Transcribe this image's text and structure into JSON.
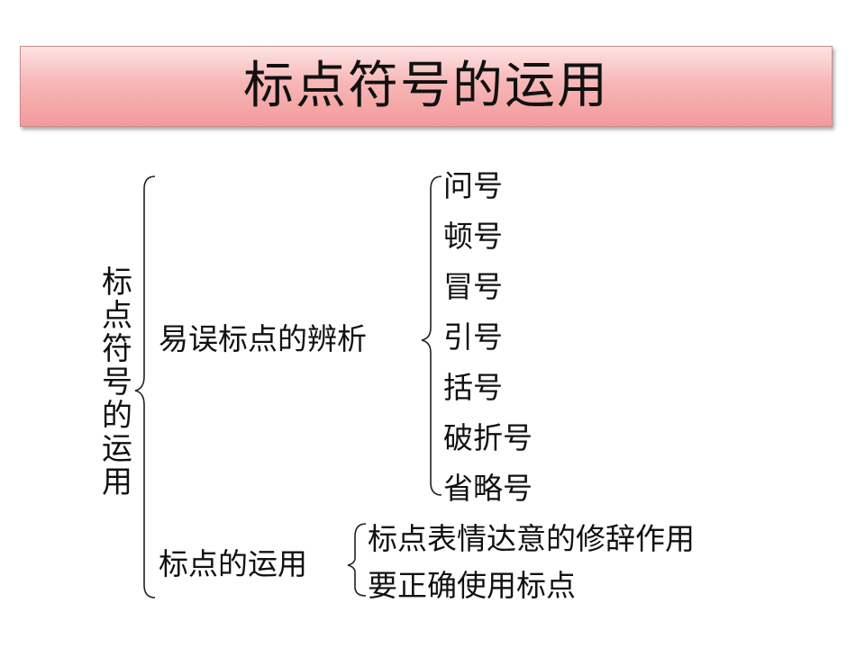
{
  "slide": {
    "title": "标点符号的运用"
  },
  "diagram": {
    "root": "标点符号的运用",
    "branch_1": {
      "label": "易误标点的辨析",
      "items": [
        "问号",
        "顿号",
        "冒号",
        "引号",
        "括号",
        "破折号",
        "省略号"
      ]
    },
    "branch_2": {
      "label": "标点的运用",
      "items": [
        "标点表情达意的修辞作用",
        "要正确使用标点"
      ]
    }
  }
}
